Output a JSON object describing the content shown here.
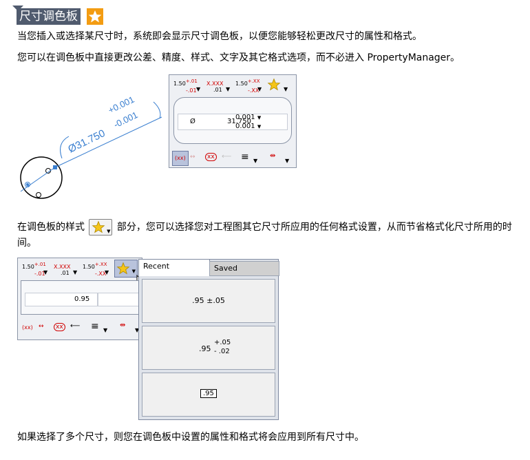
{
  "title": "尺寸调色板",
  "paragraphs": {
    "p1": "当您插入或选择某尺寸时，系统即会显示尺寸调色板，以便您能够轻松更改尺寸的属性和格式。",
    "p2": "您可以在调色板中直接更改公差、精度、样式、文字及其它格式选项，而不必进入 PropertyManager。",
    "p3_before": "在调色板的样式",
    "p3_after": "部分，您可以选择您对工程图其它尺寸所应用的任何格式设置，从而节省格式化尺寸所用的时间。",
    "p4": "如果选择了多个尺寸，则您在调色板中设置的属性和格式将会应用到所有尺寸中。"
  },
  "drawing": {
    "diameter_text": "Ø31.750",
    "tol_upper": "+0.001",
    "tol_lower": "-0.001"
  },
  "palette1": {
    "tol_btn1_main": "1.50",
    "tol_btn1_up": "+.01",
    "tol_btn1_down": "-.01",
    "tol_btn2_main": "X.XXX",
    "tol_btn2_sub": ".01",
    "tol_btn3_main": "1.50",
    "tol_btn3_up": "+.XX",
    "tol_btn3_down": "-.XX",
    "symbol": "Ø",
    "value": "31.750",
    "upper": "0.001",
    "lower": "0.001",
    "paren_btn": "(xx)",
    "align_btn": "≡"
  },
  "palette2": {
    "tol_btn1_main": "1.50",
    "tol_btn1_up": "+.01",
    "tol_btn1_down": "-.01",
    "tol_btn2_main": "X.XXX",
    "tol_btn2_sub": ".01",
    "tol_btn3_main": "1.50",
    "tol_btn3_up": "+.XX",
    "tol_btn3_down": "-.XX",
    "value": "0.95",
    "paren_btn": "(xx)"
  },
  "style_panel": {
    "tabs": [
      "Recent",
      "Saved"
    ],
    "item1": ".95 ±.05",
    "item2_main": ".95",
    "item2_up": "+.05",
    "item2_down": "- .02",
    "item3": ".95"
  },
  "colors": {
    "accent_blue": "#3a7fd0",
    "title_bg": "#505b6e",
    "star": "#f5c518"
  }
}
